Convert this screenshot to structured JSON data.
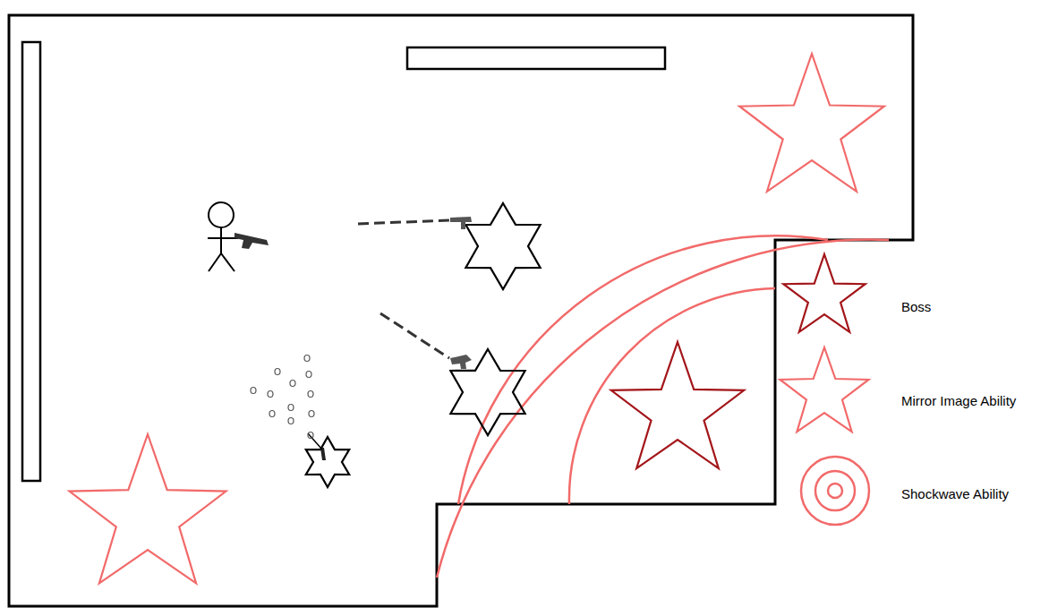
{
  "diagram": {
    "legend": [
      {
        "text": "Boss"
      },
      {
        "text": "Mirror Image Ability"
      },
      {
        "text": "Shockwave Ability"
      }
    ]
  }
}
